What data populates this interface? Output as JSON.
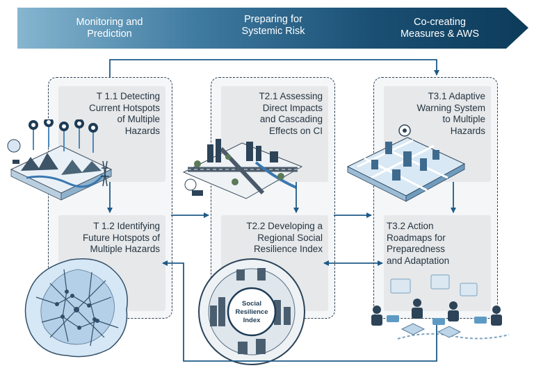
{
  "phases": [
    {
      "line1": "Monitoring and",
      "line2": "Prediction"
    },
    {
      "line1": "Preparing for",
      "line2": "Systemic Risk"
    },
    {
      "line1": "Co-creating",
      "line2": "Measures & AWS"
    }
  ],
  "tasks": {
    "t11": {
      "lines": [
        "T 1.1 Detecting",
        "Current Hotspots",
        "of Multiple",
        "Hazards"
      ]
    },
    "t12": {
      "lines": [
        "T 1.2 Identifying",
        "Future Hotspots of",
        "Multiple Hazards"
      ]
    },
    "t21": {
      "lines": [
        "T2.1 Assessing",
        "Direct Impacts",
        "and Cascading",
        "Effects on CI"
      ]
    },
    "t22": {
      "lines": [
        "T2.2 Developing a",
        "Regional Social",
        "Resilience Index"
      ]
    },
    "t31": {
      "lines": [
        "T3.1 Adaptive",
        "Warning System",
        "to Multiple",
        "Hazards"
      ]
    },
    "t32": {
      "lines": [
        "T3.2 Action",
        "Roadmaps for",
        "Preparedness",
        "and Adaptation"
      ]
    }
  },
  "resilience_wheel": {
    "center_line1": "Social",
    "center_line2": "Resilience",
    "center_line3": "Index"
  },
  "colors": {
    "banner_dark": "#0d3b5a",
    "banner_light": "#7fb0cc",
    "arrow": "#1f5a86",
    "text": "#263440"
  }
}
